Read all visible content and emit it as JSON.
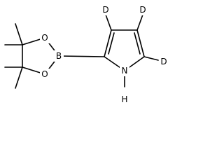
{
  "molecule": {
    "atoms": {
      "boron": "B",
      "oxygen_top": "O",
      "oxygen_bottom": "O",
      "nitrogen": "N",
      "n_hydrogen": "H",
      "deuterium_3": "D",
      "deuterium_4": "D",
      "deuterium_5": "D"
    }
  }
}
